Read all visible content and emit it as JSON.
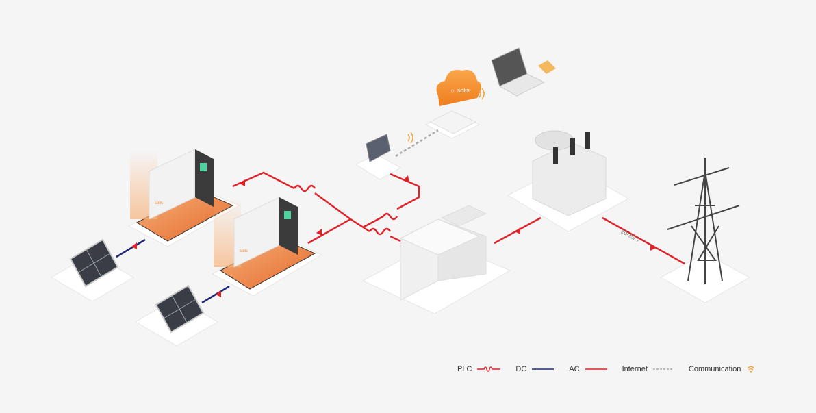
{
  "diagram": {
    "voltage_label": "20-35kV",
    "logo_text": "solis"
  },
  "legend": [
    {
      "label": "PLC",
      "type": "zigzag",
      "color": "#e0232b"
    },
    {
      "label": "DC",
      "type": "solid",
      "color": "#1f2a7a"
    },
    {
      "label": "AC",
      "type": "solid",
      "color": "#e0232b"
    },
    {
      "label": "Internet",
      "type": "dashed",
      "color": "#aaaaaa"
    },
    {
      "label": "Communication",
      "type": "wifi-icon",
      "color": "#f4a23a"
    }
  ],
  "colors": {
    "ac": "#e0232b",
    "dc": "#1f2a7a",
    "internet": "#aaaaaa",
    "accent": "#f08a2a"
  }
}
